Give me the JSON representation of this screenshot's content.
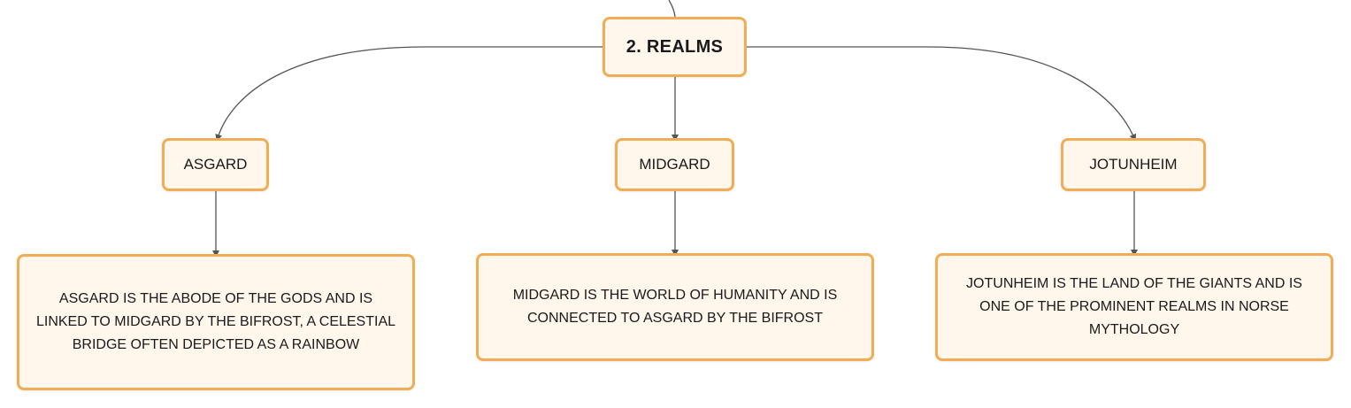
{
  "root": {
    "label": "2. REALMS"
  },
  "realms": [
    {
      "name": "ASGARD",
      "description": "ASGARD IS THE ABODE OF THE GODS AND IS LINKED TO MIDGARD BY THE BIFROST, A CELESTIAL BRIDGE OFTEN DEPICTED AS A RAINBOW"
    },
    {
      "name": "MIDGARD",
      "description": "MIDGARD IS THE WORLD OF HUMANITY AND IS CONNECTED TO ASGARD BY THE BIFROST"
    },
    {
      "name": "JOTUNHEIM",
      "description": "JOTUNHEIM IS THE LAND OF THE GIANTS AND IS ONE OF THE PROMINENT REALMS IN NORSE MYTHOLOGY"
    }
  ],
  "colors": {
    "node_border": "#f0ad55",
    "node_fill": "#fff6ec",
    "connector": "#555555",
    "text": "#1a1a1a"
  }
}
